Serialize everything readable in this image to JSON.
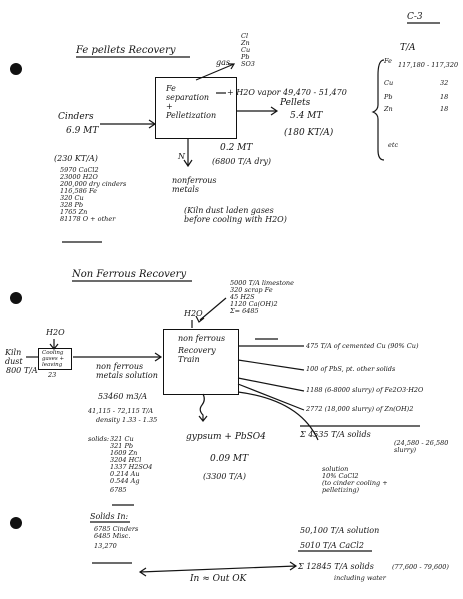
{
  "page_id": "C-3",
  "section1": {
    "title": "Fe pellets Recovery",
    "gas_label": "gas",
    "gas_components": [
      "Cl",
      "Zn",
      "Cu",
      "Pb",
      "SO3"
    ],
    "vapor_line": "+ H2O vapor 49,470 - 51,470",
    "box_lines": [
      "Fe",
      "separation",
      "+",
      "Pelletization"
    ],
    "input_name": "Cinders",
    "input_amount": "6.9 MT",
    "input_rate": "(230 KT/A)",
    "cinder_components": [
      "5970 CaCl2",
      "23000 H2O",
      "200,000 dry cinders",
      "116,586 Fe",
      "320 Cu",
      "328 Pb",
      "1765 Zn",
      "81178 O + other"
    ],
    "pellets_label": "Pellets",
    "pellets_amount": "5.4 MT",
    "pellets_rate": "(180 KT/A)",
    "ta_header": "T/A",
    "ta_items": [
      {
        "el": "Fe",
        "val": "117,180 - 117,320"
      },
      {
        "el": "Cu",
        "val": "32"
      },
      {
        "el": "Pb",
        "val": "18"
      },
      {
        "el": "Zn",
        "val": "18"
      },
      {
        "el": "",
        "val": "etc"
      }
    ],
    "n_label": "N",
    "nonferrous_amount": "0.2 MT",
    "nonferrous_rate": "(6800 T/A dry)",
    "nonferrous_label": "nonferrous metals",
    "kiln_note": "(Kiln dust laden gases before cooling with H2O)"
  },
  "section2": {
    "title": "Non Ferrous Recovery",
    "reagents": [
      "5000 T/A limestone",
      "320 scrap Fe",
      "45 H2S",
      "1120 Ca(OH)2",
      "Σ= 6485"
    ],
    "h2o_top": "H2O",
    "box_lines": [
      "non ferrous",
      "Recovery",
      "Train"
    ],
    "h2o_left": "H2O",
    "kiln_dust_label": "Kiln dust",
    "kiln_dust_rate": "800 T/A",
    "cooling_box_lines": [
      "Cooling",
      "gases +",
      "leaving"
    ],
    "small_mark": "23",
    "solution_label": "non ferrous metals solution",
    "solution_rate": "53460 m3/A",
    "solution_mass": "41,115 - 72,115 T/A",
    "solution_density": "density 1.33 - 1.35",
    "solids_label": "solids:",
    "solids_items": [
      "321 Cu",
      "321 Pb",
      "1609 Zn",
      "3204 HCl",
      "1337 H2SO4",
      "0.214 Au",
      "0.544 Ag"
    ],
    "solids_total": "6785",
    "solids_in_label": "Solids In:",
    "solids_in_items": [
      "6785 Cinders",
      "6485 Misc."
    ],
    "solids_in_total": "13,270",
    "gypsum_label": "gypsum + PbSO4",
    "gypsum_amount": "0.09 MT",
    "gypsum_rate": "(3300 T/A)",
    "outputs": [
      "475 T/A of cemented Cu (90% Cu)",
      "100 of PbS, pt. other solids",
      "1188 (6-8000 slurry) of Fe2O3·H2O",
      "2772 (18,000 slurry) of Zn(OH)2"
    ],
    "output_sum": "Σ 4535 T/A solids",
    "output_slurry": "(24,580 - 26,580 slurry)",
    "solution2_lines": [
      "solution",
      "10% CaCl2",
      "(to cinder cooling +",
      "pelletizing)"
    ],
    "solution2_rate": "50,100 T/A solution",
    "solution2_cacl2": "5010 T/A CaCl2",
    "final_sum": "Σ 12845 T/A solids",
    "final_range": "(77,600 - 79,600)",
    "final_note": "including water",
    "balance": "In ≈ Out  OK"
  }
}
